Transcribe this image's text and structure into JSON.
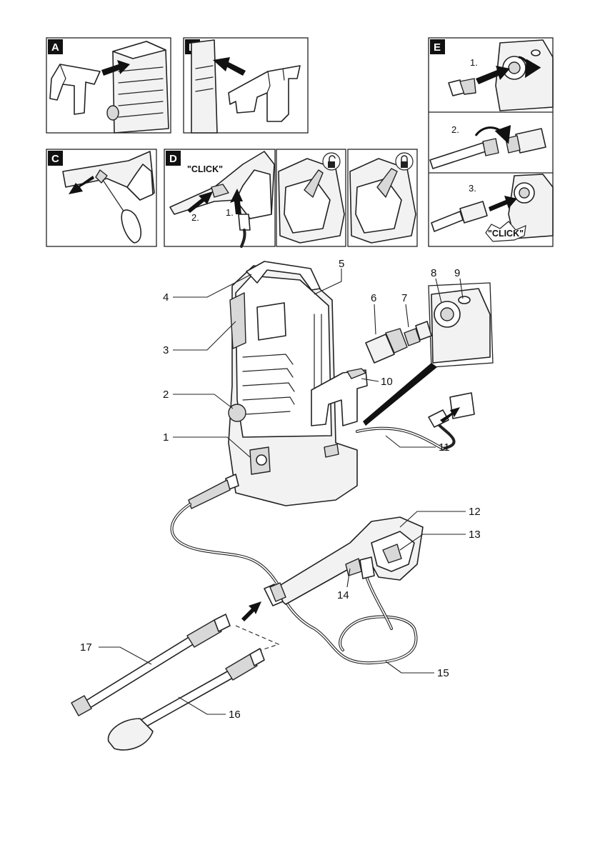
{
  "panels": {
    "A": "A",
    "B": "B",
    "C": "C",
    "D": "D",
    "E": "E"
  },
  "steps": {
    "d1": "1.",
    "d2": "2.",
    "e1": "1.",
    "e2": "2.",
    "e3": "3."
  },
  "click_text": {
    "d": "\"CLICK\"",
    "e": "\"CLICK\""
  },
  "icons": {
    "unlock": "padlock-open-icon",
    "lock": "padlock-closed-icon"
  },
  "callouts": [
    "1",
    "2",
    "3",
    "4",
    "5",
    "6",
    "7",
    "8",
    "9",
    "10",
    "11",
    "12",
    "13",
    "14",
    "15",
    "16",
    "17"
  ]
}
